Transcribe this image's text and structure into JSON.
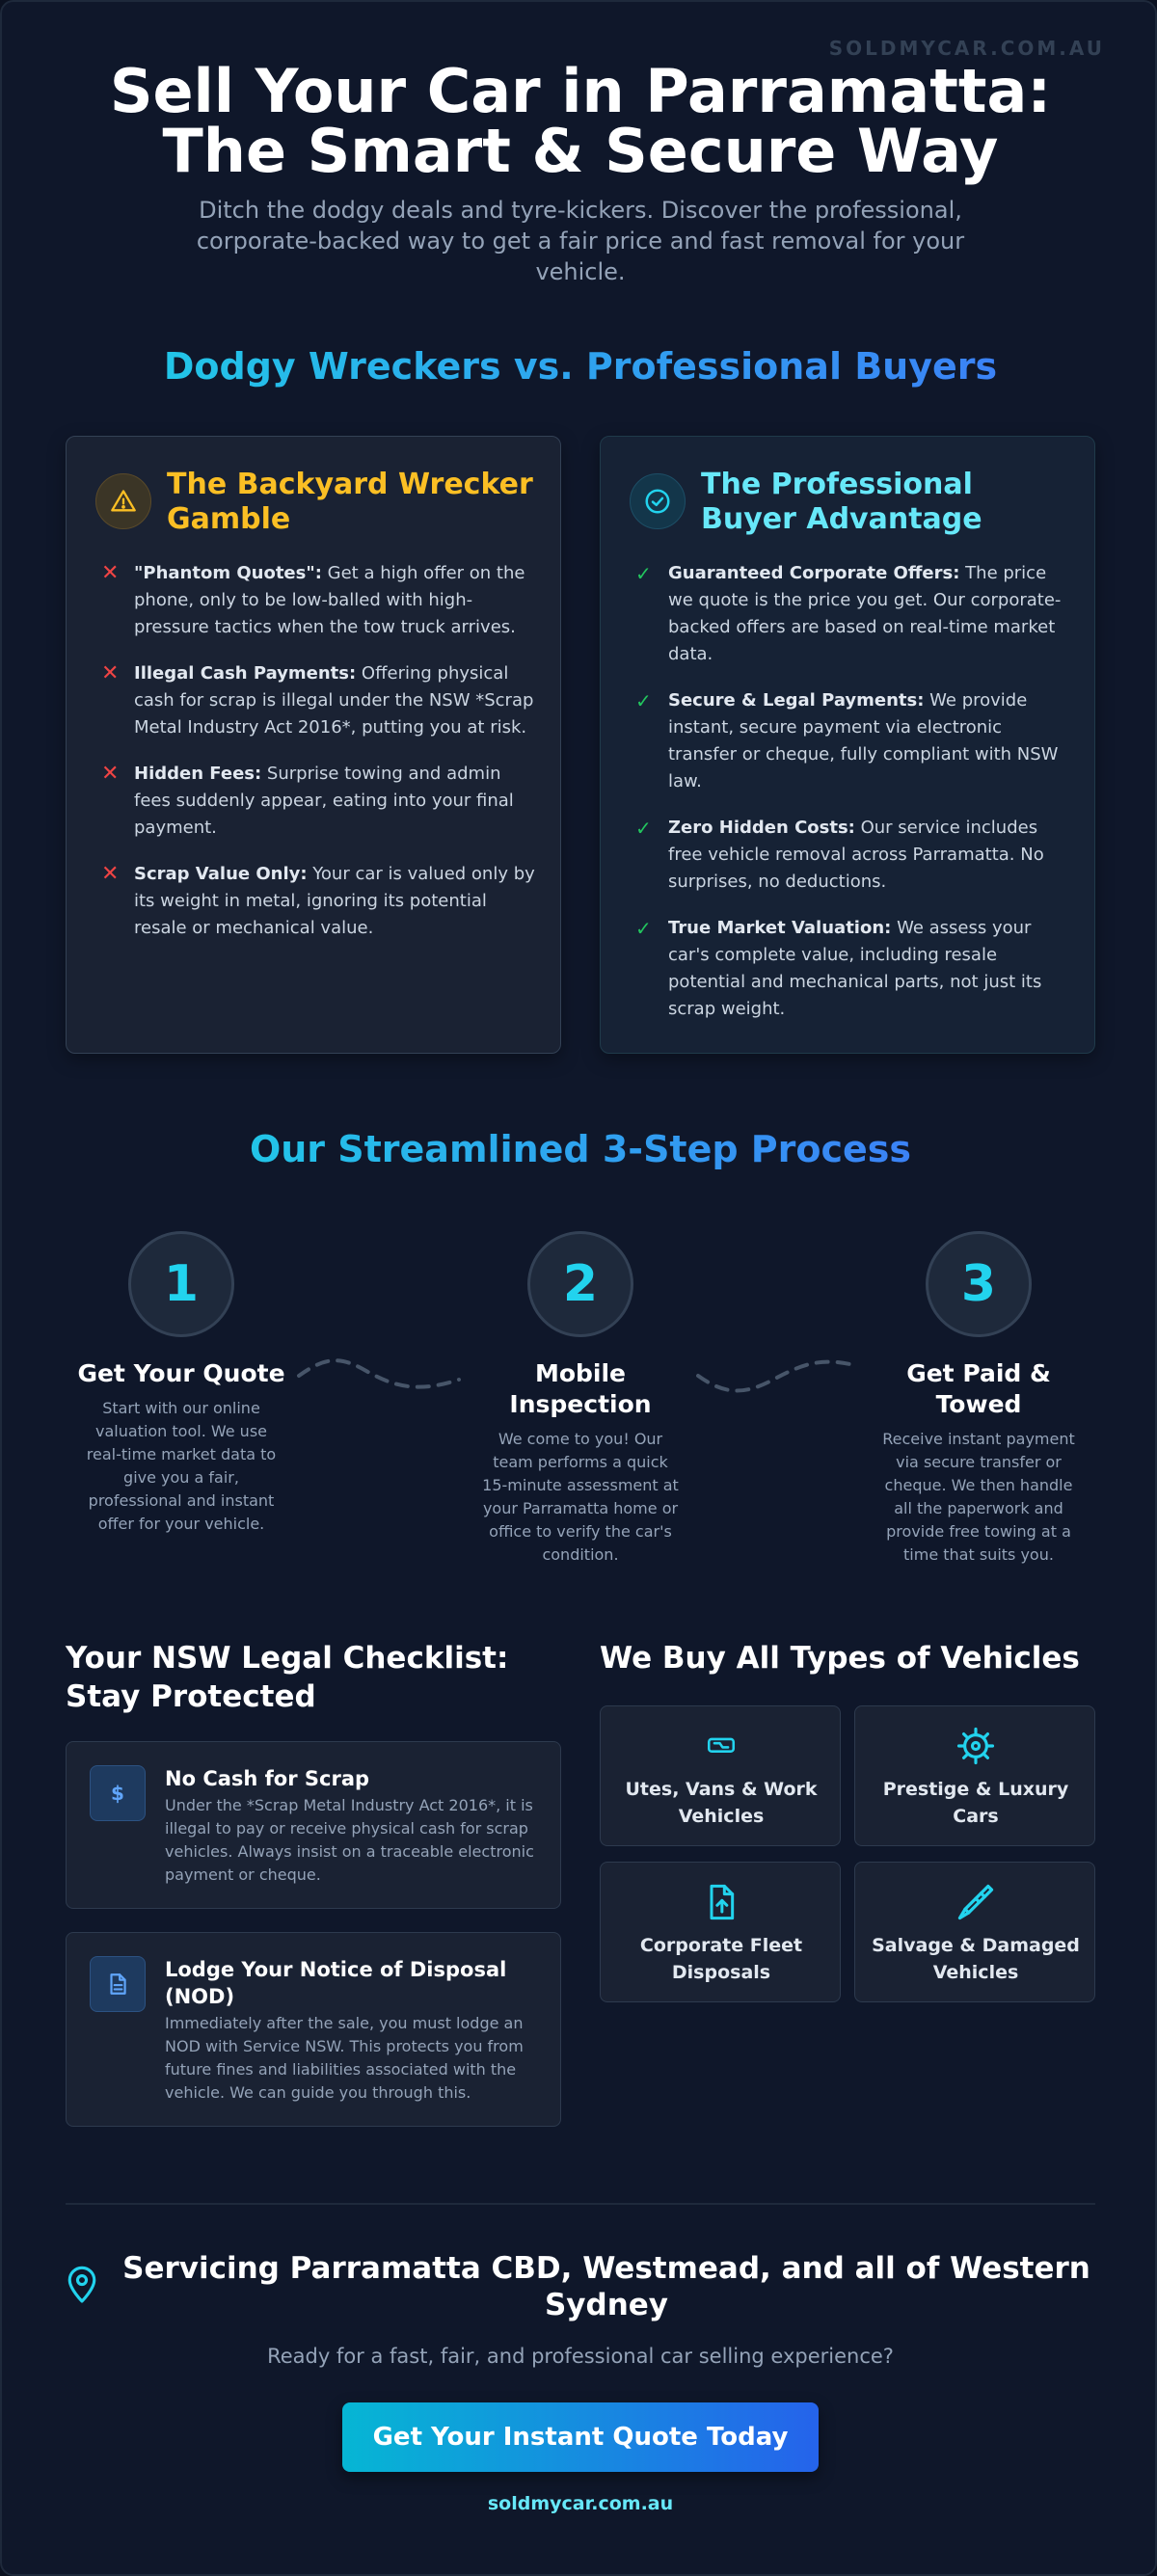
{
  "brand": "SOLDMYCAR.COM.AU",
  "hero": {
    "title_line1": "Sell Your Car in Parramatta:",
    "title_line2": "The Smart & Secure Way",
    "subtitle": "Ditch the dodgy deals and tyre-kickers. Discover the professional, corporate-backed way to get a fair price and fast removal for your vehicle."
  },
  "comparison": {
    "heading": "Dodgy Wreckers vs. Professional Buyers",
    "wrecker": {
      "icon": "warning-icon",
      "title": "The Backyard Wrecker Gamble",
      "items": [
        {
          "bold": "\"Phantom Quotes\":",
          "text": " Get a high offer on the phone, only to be low-balled with high-pressure tactics when the tow truck arrives."
        },
        {
          "bold": "Illegal Cash Payments:",
          "text": " Offering physical cash for scrap is illegal under the NSW *Scrap Metal Industry Act 2016*, putting you at risk."
        },
        {
          "bold": "Hidden Fees:",
          "text": " Surprise towing and admin fees suddenly appear, eating into your final payment."
        },
        {
          "bold": "Scrap Value Only:",
          "text": " Your car is valued only by its weight in metal, ignoring its potential resale or mechanical value."
        }
      ]
    },
    "professional": {
      "icon": "check-circle-icon",
      "title": "The Professional Buyer Advantage",
      "items": [
        {
          "bold": "Guaranteed Corporate Offers:",
          "text": " The price we quote is the price you get. Our corporate-backed offers are based on real-time market data."
        },
        {
          "bold": "Secure & Legal Payments:",
          "text": " We provide instant, secure payment via electronic transfer or cheque, fully compliant with NSW law."
        },
        {
          "bold": "Zero Hidden Costs:",
          "text": " Our service includes free vehicle removal across Parramatta. No surprises, no deductions."
        },
        {
          "bold": "True Market Valuation:",
          "text": " We assess your car's complete value, including resale potential and mechanical parts, not just its scrap weight."
        }
      ]
    }
  },
  "process": {
    "heading": "Our Streamlined 3-Step Process",
    "steps": [
      {
        "number": "1",
        "title": "Get Your Quote",
        "desc": "Start with our online valuation tool. We use real-time market data to give you a fair, professional and instant offer for your vehicle."
      },
      {
        "number": "2",
        "title": "Mobile Inspection",
        "desc": "We come to you! Our team performs a quick 15-minute assessment at your Parramatta home or office to verify the car's condition."
      },
      {
        "number": "3",
        "title": "Get Paid & Towed",
        "desc": "Receive instant payment via secure transfer or cheque. We then handle all the paperwork and provide free towing at a time that suits you."
      }
    ]
  },
  "legal": {
    "heading": "Your NSW Legal Checklist: Stay Protected",
    "items": [
      {
        "icon": "dollar-icon",
        "icon_text": "$",
        "title": "No Cash for Scrap",
        "desc": "Under the *Scrap Metal Industry Act 2016*, it is illegal to pay or receive physical cash for scrap vehicles. Always insist on a traceable electronic payment or cheque."
      },
      {
        "icon": "document-icon",
        "title": "Lodge Your Notice of Disposal (NOD)",
        "desc": "Immediately after the sale, you must lodge an NOD with Service NSW. This protects you from future fines and liabilities associated with the vehicle. We can guide you through this."
      }
    ]
  },
  "vehicles": {
    "heading": "We Buy All Types of Vehicles",
    "types": [
      {
        "icon": "truck-icon",
        "label": "Utes, Vans & Work Vehicles"
      },
      {
        "icon": "gear-icon",
        "label": "Prestige & Luxury Cars"
      },
      {
        "icon": "file-upload-icon",
        "label": "Corporate Fleet Disposals"
      },
      {
        "icon": "tool-icon",
        "label": "Salvage & Damaged Vehicles"
      }
    ]
  },
  "footer": {
    "pin_icon": "map-pin-icon",
    "service_area": "Servicing Parramatta CBD, Westmead, and all of Western Sydney",
    "ready_text": "Ready for a fast, fair, and professional car selling experience?",
    "cta_label": "Get Your Instant Quote Today",
    "url": "soldmycar.com.au"
  },
  "colors": {
    "background": "#0f172a",
    "accent_cyan": "#22d3ee",
    "accent_blue": "#3b82f6",
    "warning": "#fbbf24",
    "danger": "#ef4444",
    "success": "#22c55e"
  }
}
